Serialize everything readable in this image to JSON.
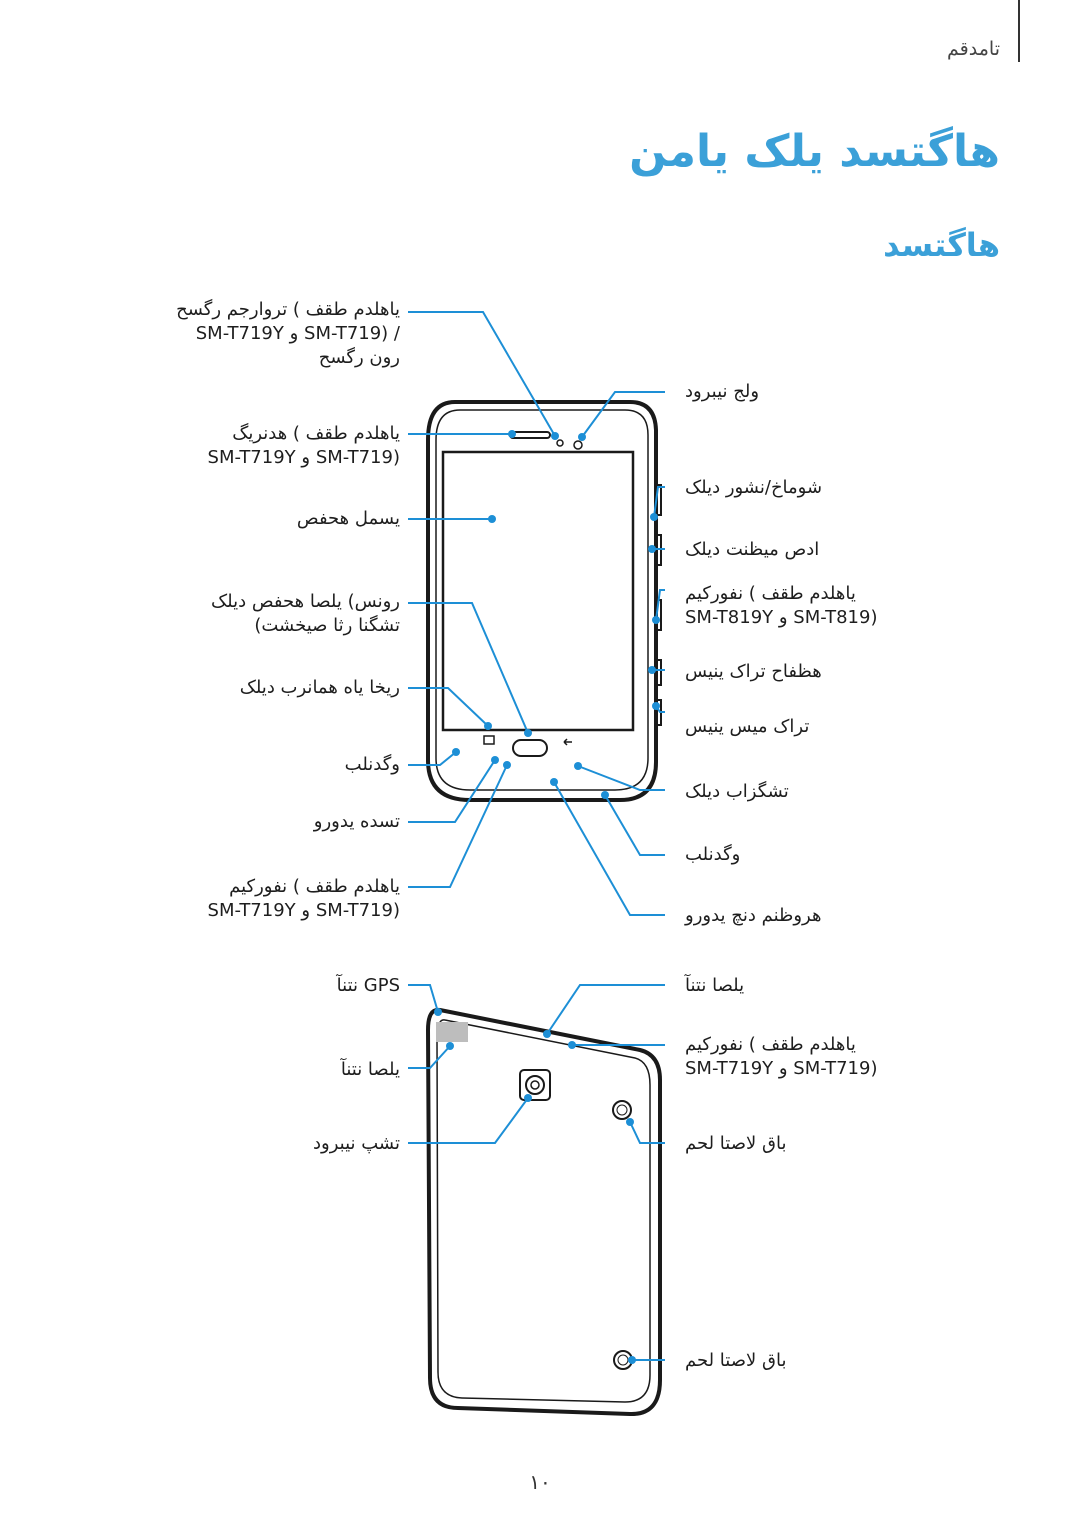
{
  "header": {
    "section": "تامدقم"
  },
  "page": {
    "title": "هاگتسد یلک یامن",
    "subtitle": "هاگتسد",
    "number": "۱۰"
  },
  "front_left_labels": [
    {
      "text": "یاهلدم طقف ) تروارجم رگسح",
      "models": "SM-T719Y و SM-T719) /",
      "extra": "رون رگسح"
    },
    {
      "text": "یاهلدم طقف ) هدنریگ",
      "models": "SM-T719Y و SM-T719)"
    },
    {
      "text": "یسمل هحفص"
    },
    {
      "text": "رونس) یلصا هحفص دیلک",
      "extra": "تشگنا رثا صیخشت)"
    },
    {
      "text": "ریخا یاه همانرب دیلک"
    },
    {
      "text": "وگدنلب"
    },
    {
      "text": "تسده یدورو"
    },
    {
      "text": "یاهلدم طقف ) نفوركیم",
      "models": "SM-T719Y و SM-T719)"
    }
  ],
  "front_right_labels": [
    {
      "text": "ولج نیبرود"
    },
    {
      "text": "شوماخ/نشور دیلک"
    },
    {
      "text": "ادص میظنت دیلک"
    },
    {
      "text": "یاهلدم طقف ) نفوركیم",
      "models": "SM-T819Y و SM-T819)"
    },
    {
      "text": "هظفاح تراک ینیس"
    },
    {
      "text": "تراک میس ینیس"
    },
    {
      "text": "تشگزاب دیلک"
    },
    {
      "text": "وگدنلب"
    },
    {
      "text": "هروظنم دنچ یدورو"
    }
  ],
  "back_left_labels": [
    {
      "text": "GPS نتنآ"
    },
    {
      "text": "یلصا نتنآ"
    },
    {
      "text": "تشپ نیبرود"
    }
  ],
  "back_right_labels": [
    {
      "text": "یلصا نتنآ"
    },
    {
      "text": "یاهلدم طقف ) نفوركیم",
      "models": "SM-T719Y و SM-T719)"
    },
    {
      "text": "باق لاصتا لحم"
    },
    {
      "text": "باق لاصتا لحم"
    }
  ],
  "colors": {
    "accent": "#3ba0d8",
    "callout": "#1d8fd6",
    "device_outline": "#1a1a1a"
  }
}
